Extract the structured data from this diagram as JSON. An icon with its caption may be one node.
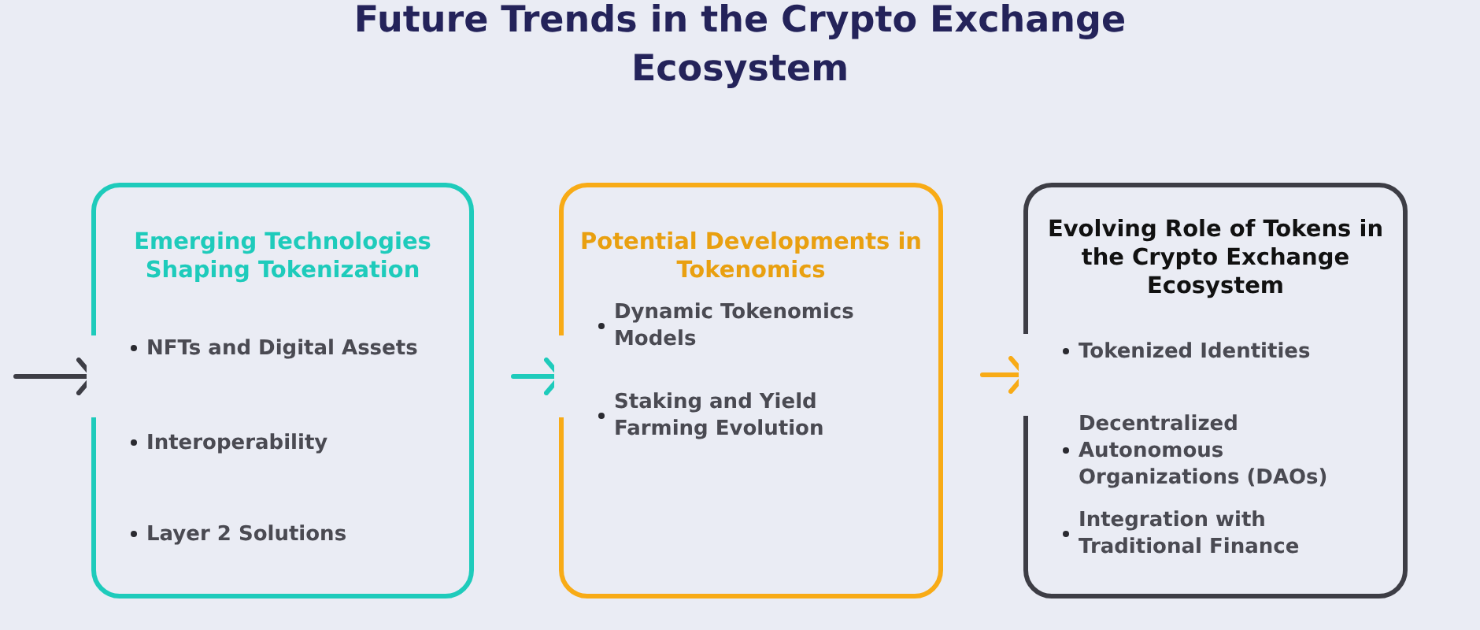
{
  "diagram": {
    "title": "Future Trends in the Crypto Exchange Ecosystem",
    "nodes": [
      {
        "text": [
          "Emerging Technologies Shaping Tokenization",
          "NFTs and Digital Assets",
          "Interoperability",
          "Layer 2 Solutions"
        ]
      },
      {
        "text": [
          "Potential Developments in Tokenomics",
          "Dynamic Tokenomics Models",
          "Staking and Yield Farming Evolution"
        ]
      },
      {
        "text": [
          "Evolving Role of Tokens in the Crypto Exchange Ecosystem",
          "Tokenized Identities",
          "Decentralized Autonomous Organizations (DAOs)",
          "Integration with Traditional Finance"
        ]
      }
    ],
    "edges": [
      {
        "from": null,
        "to": 0,
        "arrow": "to",
        "color": "#3d3d45"
      },
      {
        "from": 0,
        "to": 1,
        "arrow": "to",
        "color": "#1ecbbb"
      },
      {
        "from": 1,
        "to": 2,
        "arrow": "to",
        "color": "#f8ab16"
      }
    ]
  }
}
